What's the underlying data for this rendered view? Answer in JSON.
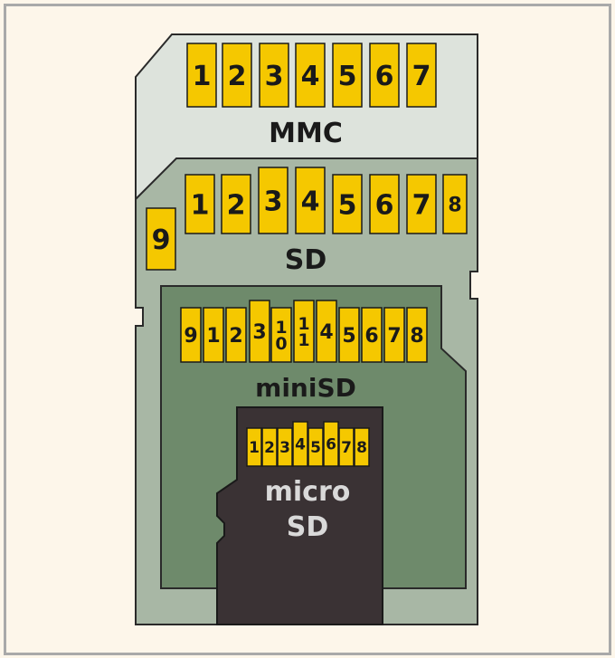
{
  "colors": {
    "background": "#fdf6ea",
    "frame": "#a9a9a9",
    "mmc_card": "#dde3dc",
    "sd_card": "#a8b7a5",
    "minisd_card": "#6e8a6b",
    "microsd_card": "#3a3234",
    "pin": "#f5c800",
    "pin_border": "#1a1a1a",
    "label_dark": "#1a1a1a",
    "label_light": "#d9d9d9"
  },
  "mmc": {
    "label": "MMC",
    "pins": [
      "1",
      "2",
      "3",
      "4",
      "5",
      "6",
      "7"
    ]
  },
  "sd": {
    "label": "SD",
    "pins": [
      "1",
      "2",
      "3",
      "4",
      "5",
      "6",
      "7",
      "8"
    ],
    "extra_pin": "9"
  },
  "minisd": {
    "label": "miniSD",
    "pins": [
      "9",
      "1",
      "2",
      "3",
      "1\n0",
      "1\n1",
      "4",
      "5",
      "6",
      "7",
      "8"
    ]
  },
  "microsd": {
    "label_line1": "micro",
    "label_line2": "SD",
    "pins": [
      "1",
      "2",
      "3",
      "4",
      "5",
      "6",
      "7",
      "8"
    ]
  }
}
